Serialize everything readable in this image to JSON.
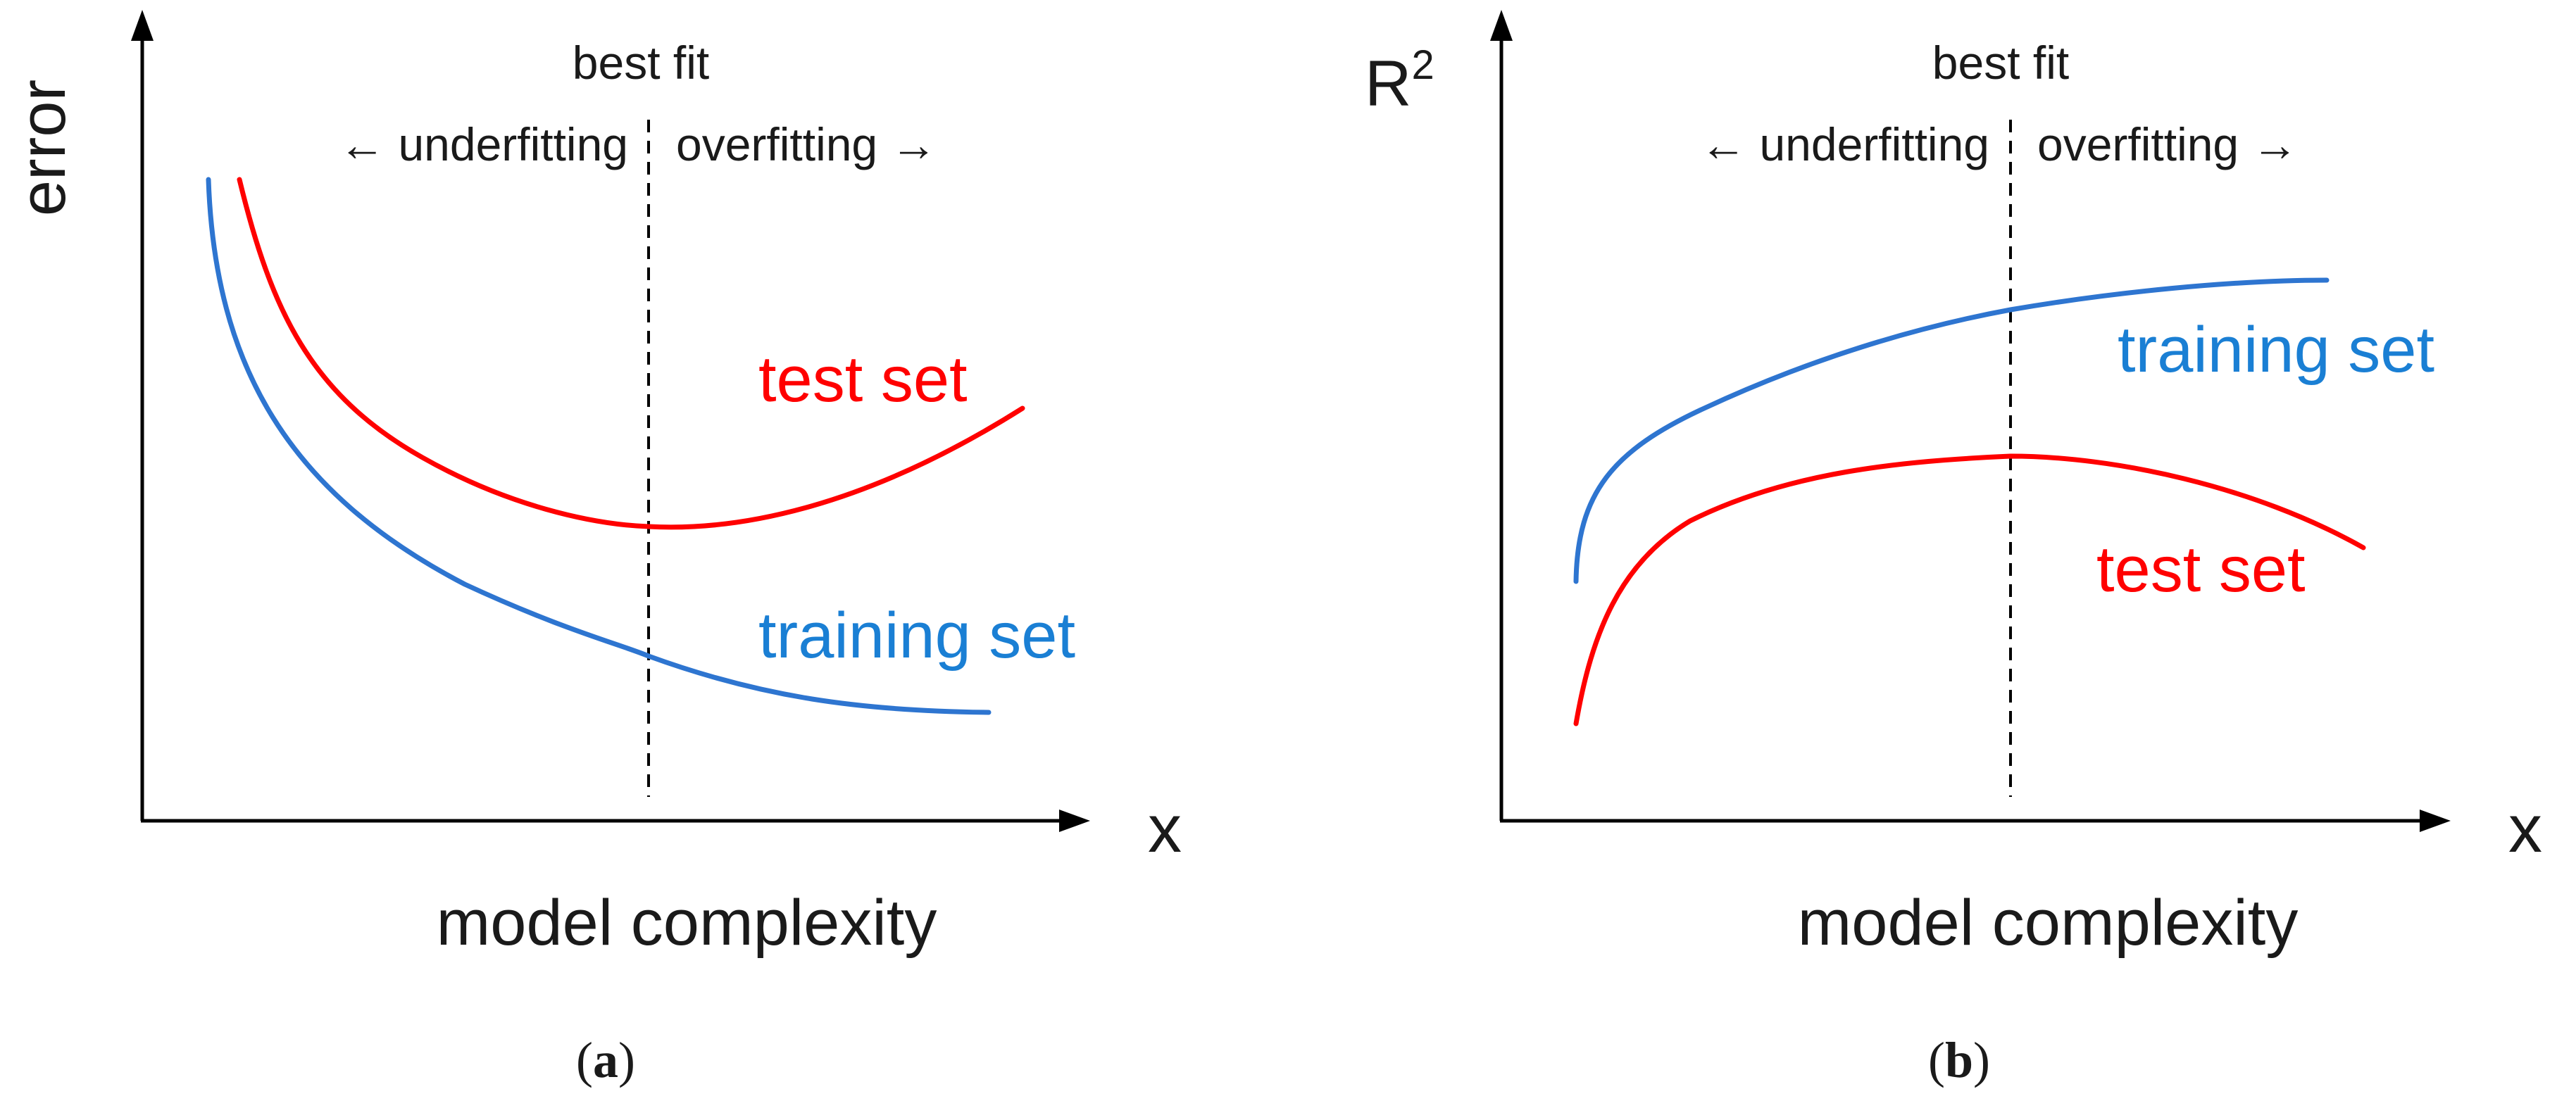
{
  "panels": [
    {
      "id": "a",
      "y_axis_label": "error",
      "y_axis_superscript": "",
      "x_axis_label": "x",
      "x_axis_title": "model complexity",
      "best_fit_label": "best fit",
      "underfitting_label": "← underfitting",
      "overfitting_label": "overfitting →",
      "caption_open": "(",
      "caption_letter": "a",
      "caption_close": ")",
      "test_label": "test set",
      "training_label": "training set"
    },
    {
      "id": "b",
      "y_axis_label": "R",
      "y_axis_superscript": "2",
      "x_axis_label": "x",
      "x_axis_title": "model complexity",
      "best_fit_label": "best fit",
      "underfitting_label": "← underfitting",
      "overfitting_label": "overfitting →",
      "caption_open": "(",
      "caption_letter": "b",
      "caption_close": ")",
      "test_label": "test set",
      "training_label": "training set"
    }
  ],
  "colors": {
    "test": "#ff0000",
    "training": "#2e75d0",
    "training_text": "#1a7fd4",
    "axis": "#000000",
    "text": "#1a1a1a"
  }
}
